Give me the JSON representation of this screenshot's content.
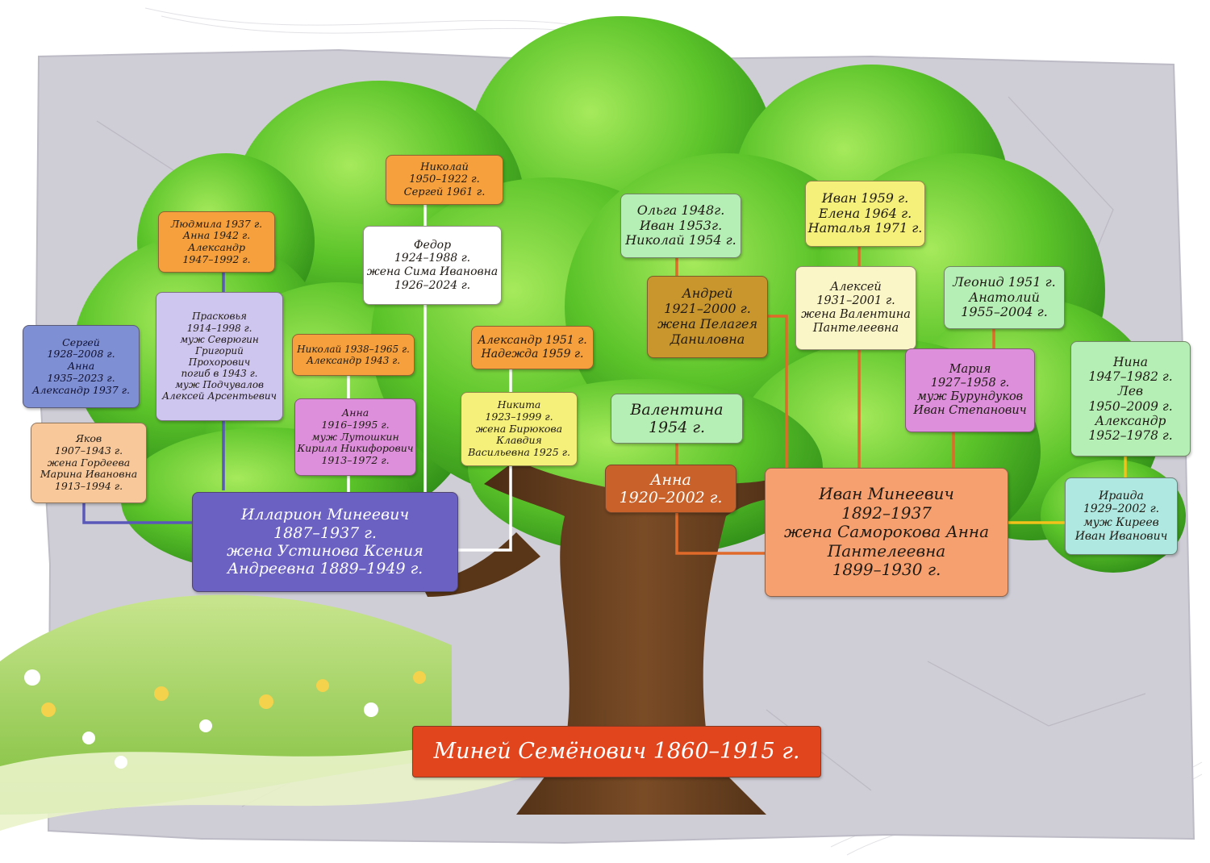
{
  "colors": {
    "trunk": "#6b4423",
    "foliage": "#5cc42a",
    "foliage_light": "#9be35a",
    "paper": "#cfcdd6",
    "hill": "#a7d267",
    "root_box": "#e0451e"
  },
  "root": {
    "lines": [
      "Миней Семёнович 1860–1915 г."
    ]
  },
  "boxes": [
    {
      "id": "nikolay-1950",
      "lines": [
        "Николай",
        "1950–1922 г.",
        "Сергей 1961 г."
      ]
    },
    {
      "id": "fedor",
      "lines": [
        "Федор",
        "1924–1988 г.",
        "жена Сима Ивановна",
        "1926–2024 г."
      ]
    },
    {
      "id": "lyudmila",
      "lines": [
        "Людмила 1937 г.",
        "Анна 1942 г.",
        "Александр",
        "1947–1992 г."
      ]
    },
    {
      "id": "praskovya",
      "lines": [
        "Прасковья",
        "1914–1998 г.",
        "муж Севрюгин",
        "Григорий",
        "Прохорович",
        "погиб в 1943 г.",
        "муж Подчувалов",
        "Алексей Арсентьевич"
      ]
    },
    {
      "id": "sergey",
      "lines": [
        "Сергей",
        "1928–2008 г.",
        "Анна",
        "1935–2023 г.",
        "Александр 1937 г."
      ]
    },
    {
      "id": "yakov",
      "lines": [
        "Яков",
        "1907–1943 г.",
        "жена Гордеева",
        "Марина Ивановна",
        "1913–1994 г."
      ]
    },
    {
      "id": "nikolay-1938",
      "lines": [
        "Николай 1938–1965 г.",
        "Александр 1943 г."
      ]
    },
    {
      "id": "anna-1916",
      "lines": [
        "Анна",
        "1916–1995 г.",
        "муж Лутошкин",
        "Кирилл Никифорович",
        "1913–1972 г."
      ]
    },
    {
      "id": "illarion",
      "lines": [
        "Илларион Минеевич",
        "1887–1937 г.",
        "жена Устинова Ксения",
        "Андреевна 1889–1949 г."
      ]
    },
    {
      "id": "alexander-1951",
      "lines": [
        "Александр 1951 г.",
        "Надежда 1959 г."
      ]
    },
    {
      "id": "nikita",
      "lines": [
        "Никита",
        "1923–1999 г.",
        "жена Бирюкова",
        "Клавдия",
        "Васильевна 1925 г."
      ]
    },
    {
      "id": "olga",
      "lines": [
        "Ольга 1948г.",
        "Иван 1953г.",
        "Николай 1954 г."
      ]
    },
    {
      "id": "andrey",
      "lines": [
        "Андрей",
        "1921–2000 г.",
        "жена Пелагея",
        "Даниловна"
      ]
    },
    {
      "id": "valentina",
      "lines": [
        "Валентина",
        "1954 г."
      ]
    },
    {
      "id": "anna-1920",
      "lines": [
        "Анна",
        "1920–2002 г."
      ]
    },
    {
      "id": "ivan-1959",
      "lines": [
        "Иван 1959 г.",
        "Елена 1964 г.",
        "Наталья 1971 г."
      ]
    },
    {
      "id": "alexey",
      "lines": [
        "Алексей",
        "1931–2001 г.",
        "жена Валентина",
        "Пантелеевна"
      ]
    },
    {
      "id": "leonid",
      "lines": [
        "Леонид 1951 г.",
        "Анатолий",
        "1955–2004 г."
      ]
    },
    {
      "id": "maria",
      "lines": [
        "Мария",
        "1927–1958 г.",
        "муж Бурундуков",
        "Иван Степанович"
      ]
    },
    {
      "id": "nina",
      "lines": [
        "Нина",
        "1947–1982 г.",
        "Лев",
        "1950–2009 г.",
        "Александр",
        "1952–1978 г."
      ]
    },
    {
      "id": "ivan-mineevich",
      "lines": [
        "Иван Минеевич",
        "1892–1937",
        "жена Саморокова  Анна",
        "Пантелеевна",
        "1899–1930 г."
      ]
    },
    {
      "id": "iraida",
      "lines": [
        "Ираида",
        "1929–2002 г.",
        "муж Киреев",
        "Иван Иванович"
      ]
    }
  ]
}
